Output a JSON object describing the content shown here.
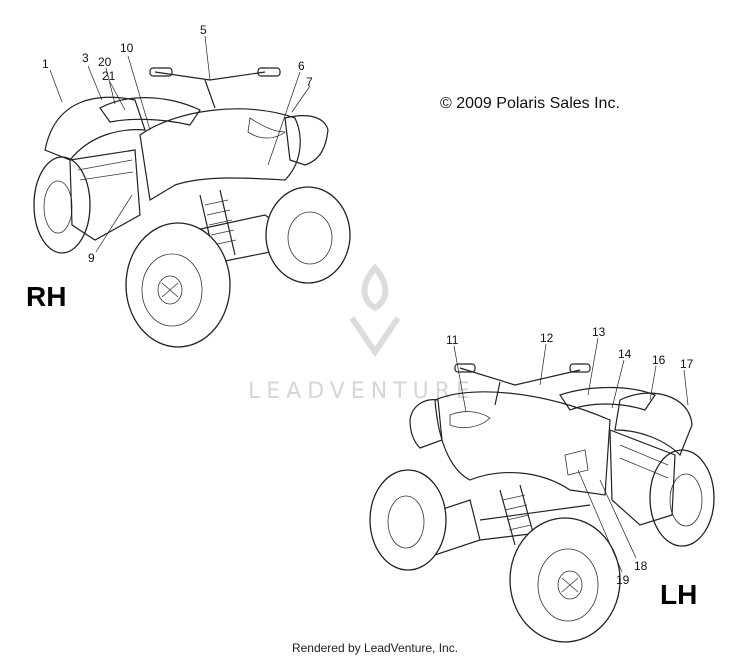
{
  "copyright": "© 2009 Polaris Sales Inc.",
  "footer": "Rendered by LeadVenture, Inc.",
  "watermark": {
    "text": "LEADVENTURE",
    "icon": "leadventure-logo-icon"
  },
  "views": {
    "rh": {
      "label": "RH",
      "callouts": [
        "1",
        "3",
        "20",
        "21",
        "10",
        "5",
        "6",
        "7",
        "9"
      ]
    },
    "lh": {
      "label": "LH",
      "callouts": [
        "11",
        "12",
        "13",
        "14",
        "16",
        "17",
        "18",
        "19"
      ]
    }
  }
}
